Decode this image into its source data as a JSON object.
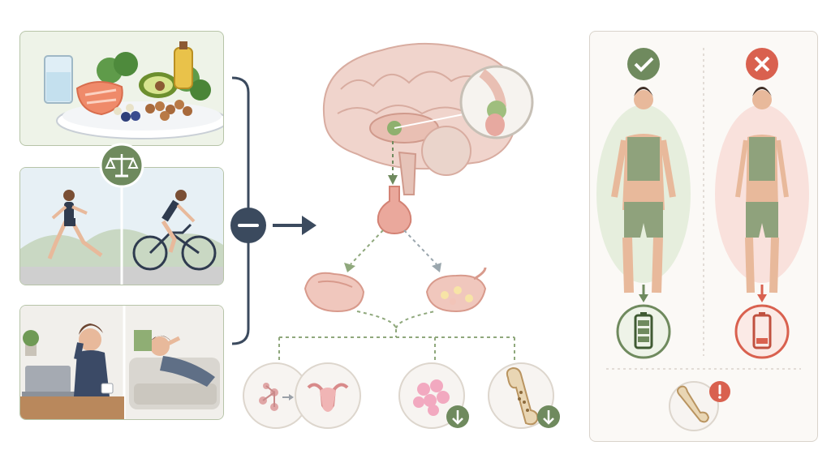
{
  "left_column": {
    "panels": [
      {
        "name": "nutrition",
        "icon": "balanced-diet-icon"
      },
      {
        "name": "exercise",
        "icon": "running-cycling-icon"
      },
      {
        "name": "stress-fatigue",
        "icon": "stress-fatigue-icon"
      }
    ],
    "link_badge_icon": "balance-scale-icon"
  },
  "flow": {
    "operator_icon": "minus-icon",
    "arrow_icon": "arrow-right-icon",
    "steps": [
      "brain-hypothalamus",
      "pituitary-gland",
      "ovaries"
    ],
    "outcomes": [
      {
        "icon": "hormone-uterus-icon",
        "indicator": "none"
      },
      {
        "icon": "cells-icon",
        "indicator": "decrease"
      },
      {
        "icon": "bone-icon",
        "indicator": "decrease"
      }
    ]
  },
  "comparison": {
    "good": {
      "status_icon": "check-icon",
      "energy": "battery-high-icon",
      "accent": "#6f8a5e"
    },
    "bad": {
      "status_icon": "cross-icon",
      "energy": "battery-low-icon",
      "accent": "#d9614f"
    },
    "footer": {
      "icon": "bone-icon",
      "alert_icon": "alert-icon"
    }
  },
  "colors": {
    "green": "#6f8a5e",
    "navy": "#3b4a5e",
    "red": "#d9614f",
    "pink": "#f0c7bd"
  }
}
